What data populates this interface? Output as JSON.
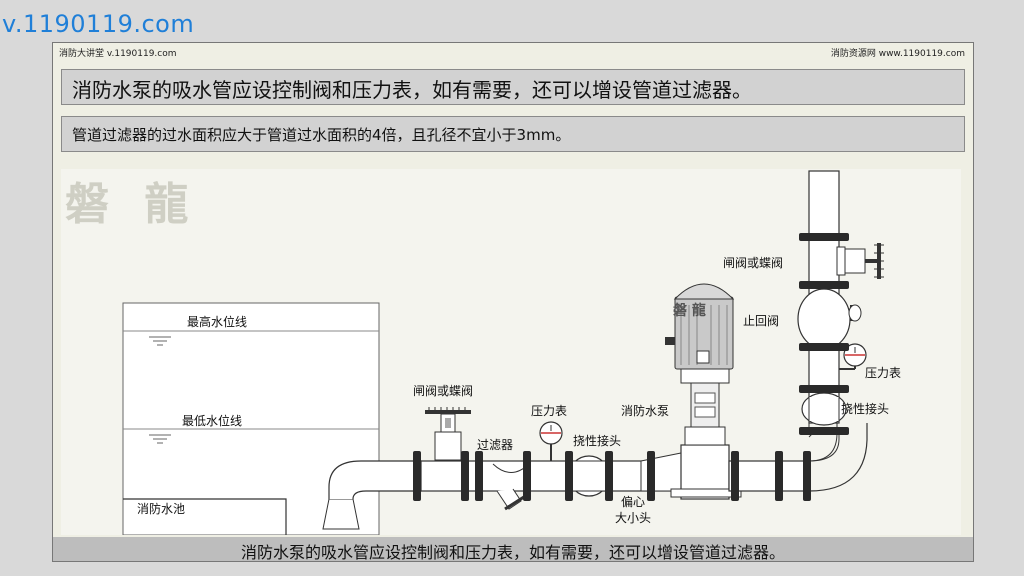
{
  "watermark": "v.1190119.com",
  "slide": {
    "header_left": "消防大讲堂 v.1190119.com",
    "header_right": "消防资源网 www.1190119.com",
    "title": "消防水泵的吸水管应设控制阀和压力表，如有需要，还可以增设管道过滤器。",
    "subtitle": "管道过滤器的过水面积应大于管道过水面积的4倍，且孔径不宜小于3mm。",
    "footer": "消防水泵的吸水管应设控制阀和压力表，如有需要，还可以增设管道过滤器。"
  },
  "diagram": {
    "logo": "磐 龍",
    "motor_logo": "磐 龍",
    "labels": {
      "max_water_level": "最高水位线",
      "min_water_level": "最低水位线",
      "fire_pool": "消防水池",
      "gate_valve_suction": "闸阀或蝶阀",
      "filter": "过滤器",
      "pressure_gauge_suction": "压力表",
      "flexible_joint_suction": "挠性接头",
      "fire_pump": "消防水泵",
      "eccentric_reducer_1": "偏心",
      "eccentric_reducer_2": "大小头",
      "gate_valve_discharge": "闸阀或蝶阀",
      "check_valve": "止回阀",
      "pressure_gauge_discharge": "压力表",
      "flexible_joint_discharge": "挠性接头"
    }
  }
}
